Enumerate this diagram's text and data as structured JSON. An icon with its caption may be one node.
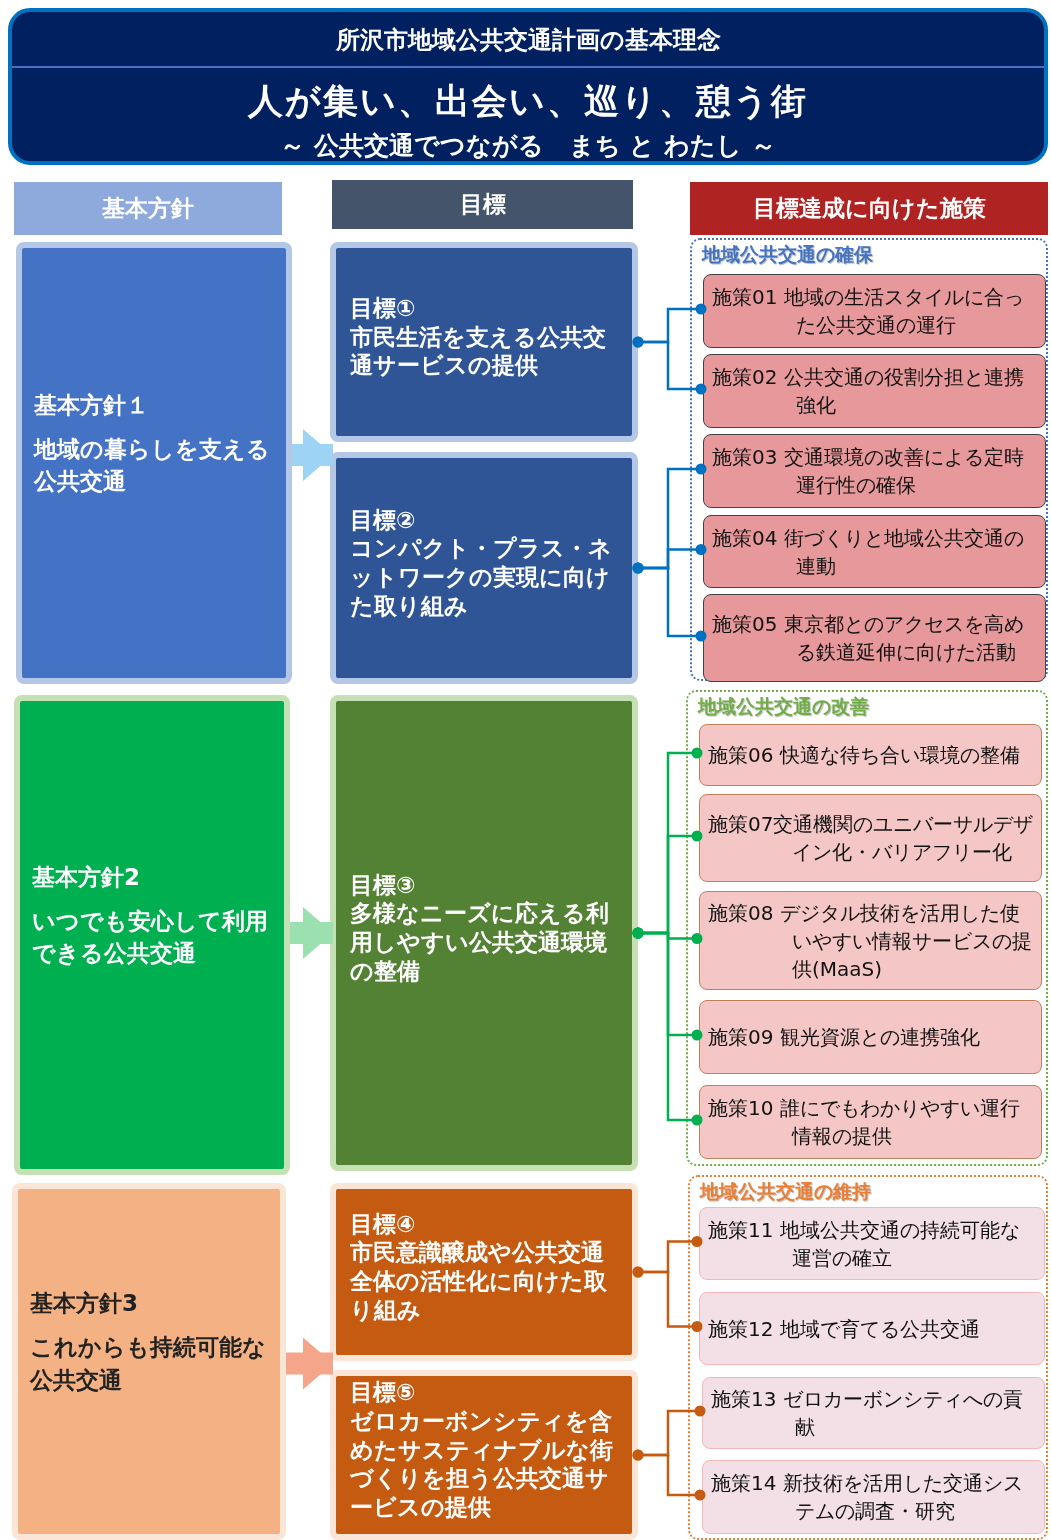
{
  "diagram": {
    "nodes": [
      {
        "text": [
          "所沢市地域公共交通計画の基本理念",
          "人が集い、出会い、巡り、憩う街",
          "～ 公共交通でつながる　まち と わたし ～"
        ]
      },
      {
        "text": [
          "基本方針"
        ]
      },
      {
        "text": [
          "目標"
        ]
      },
      {
        "text": [
          "目標達成に向けた施策"
        ]
      },
      {
        "text": [
          "基本方針１",
          "地域の暮らしを支える公共交通"
        ]
      },
      {
        "text": [
          "目標①",
          "市民生活を支える公共交通サービスの提供"
        ]
      },
      {
        "text": [
          "目標②",
          "コンパクト・プラス・ネットワークの実現に向けた取り組み"
        ]
      },
      {
        "text": [
          "地域公共交通の確保"
        ]
      },
      {
        "text": [
          "施策01 地域の生活スタイルに合った公共交通の運行"
        ],
        "in": 7
      },
      {
        "text": [
          "施策02 公共交通の役割分担と連携強化"
        ],
        "in": 7
      },
      {
        "text": [
          "施策03 交通環境の改善による定時運行性の確保"
        ],
        "in": 7
      },
      {
        "text": [
          "施策04 街づくりと地域公共交通の連動"
        ],
        "in": 7
      },
      {
        "text": [
          "施策05 東京都とのアクセスを高める鉄道延伸に向けた活動"
        ],
        "in": 7
      },
      {
        "text": [
          "基本方針2",
          "いつでも安心して利用できる公共交通"
        ]
      },
      {
        "text": [
          "目標③",
          "多様なニーズに応える利用しやすい公共交通環境の整備"
        ]
      },
      {
        "text": [
          "地域公共交通の改善"
        ]
      },
      {
        "text": [
          "施策06 快適な待ち合い環境の整備"
        ],
        "in": 15
      },
      {
        "text": [
          "施策07交通機関のユニバーサルデザイン化・バリアフリー化"
        ],
        "in": 15
      },
      {
        "text": [
          "施策08 デジタル技術を活用した使いやすい情報サービスの提供(MaaS)"
        ],
        "in": 15
      },
      {
        "text": [
          "施策09 観光資源との連携強化"
        ],
        "in": 15
      },
      {
        "text": [
          "施策10 誰にでもわかりやすい運行情報の提供"
        ],
        "in": 15
      },
      {
        "text": [
          "基本方針3",
          "これからも持続可能な公共交通"
        ]
      },
      {
        "text": [
          "目標④",
          "市民意識醸成や公共交通全体の活性化に向けた取り組み"
        ]
      },
      {
        "text": [
          "目標⑤",
          "ゼロカーボンシティを含めたサスティナブルな街づくりを担う公共交通サービスの提供"
        ]
      },
      {
        "text": [
          "地域公共交通の維持"
        ]
      },
      {
        "text": [
          "施策11 地域公共交通の持続可能な運営の確立"
        ],
        "in": 24
      },
      {
        "text": [
          "施策12 地域で育てる公共交通"
        ],
        "in": 24
      },
      {
        "text": [
          "施策13 ゼロカーボンシティへの貢献"
        ],
        "in": 24
      },
      {
        "text": [
          "施策14 新技術を活用した交通システムの調査・研究"
        ],
        "in": 24
      }
    ],
    "edges": [
      {
        "from": 4,
        "to": 5,
        "arrow": "to",
        "style": "thick",
        "color": "#9dd3f5"
      },
      {
        "from": 4,
        "to": 6,
        "arrow": "to",
        "style": "thick",
        "color": "#9dd3f5"
      },
      {
        "from": 13,
        "to": 14,
        "arrow": "to",
        "style": "thick",
        "color": "#9be0b0"
      },
      {
        "from": 21,
        "to": 22,
        "arrow": "to",
        "style": "thick",
        "color": "#f4a58a"
      },
      {
        "from": 21,
        "to": 23,
        "arrow": "to",
        "style": "thick",
        "color": "#f4a58a"
      },
      {
        "from": 5,
        "to": 8,
        "arrow": "other",
        "color": "#0070c0"
      },
      {
        "from": 5,
        "to": 9,
        "arrow": "other",
        "color": "#0070c0"
      },
      {
        "from": 6,
        "to": 10,
        "arrow": "other",
        "color": "#0070c0"
      },
      {
        "from": 6,
        "to": 11,
        "arrow": "other",
        "color": "#0070c0"
      },
      {
        "from": 6,
        "to": 12,
        "arrow": "other",
        "color": "#0070c0"
      },
      {
        "from": 14,
        "to": 16,
        "arrow": "other",
        "color": "#00b050"
      },
      {
        "from": 14,
        "to": 17,
        "arrow": "other",
        "color": "#00b050"
      },
      {
        "from": 14,
        "to": 18,
        "arrow": "other",
        "color": "#00b050"
      },
      {
        "from": 14,
        "to": 19,
        "arrow": "other",
        "color": "#00b050"
      },
      {
        "from": 14,
        "to": 20,
        "arrow": "other",
        "color": "#00b050"
      },
      {
        "from": 22,
        "to": 25,
        "arrow": "other",
        "color": "#c55a11"
      },
      {
        "from": 22,
        "to": 26,
        "arrow": "other",
        "color": "#c55a11"
      },
      {
        "from": 23,
        "to": 27,
        "arrow": "other",
        "color": "#c55a11"
      },
      {
        "from": 23,
        "to": 28,
        "arrow": "other",
        "color": "#c55a11"
      }
    ]
  }
}
